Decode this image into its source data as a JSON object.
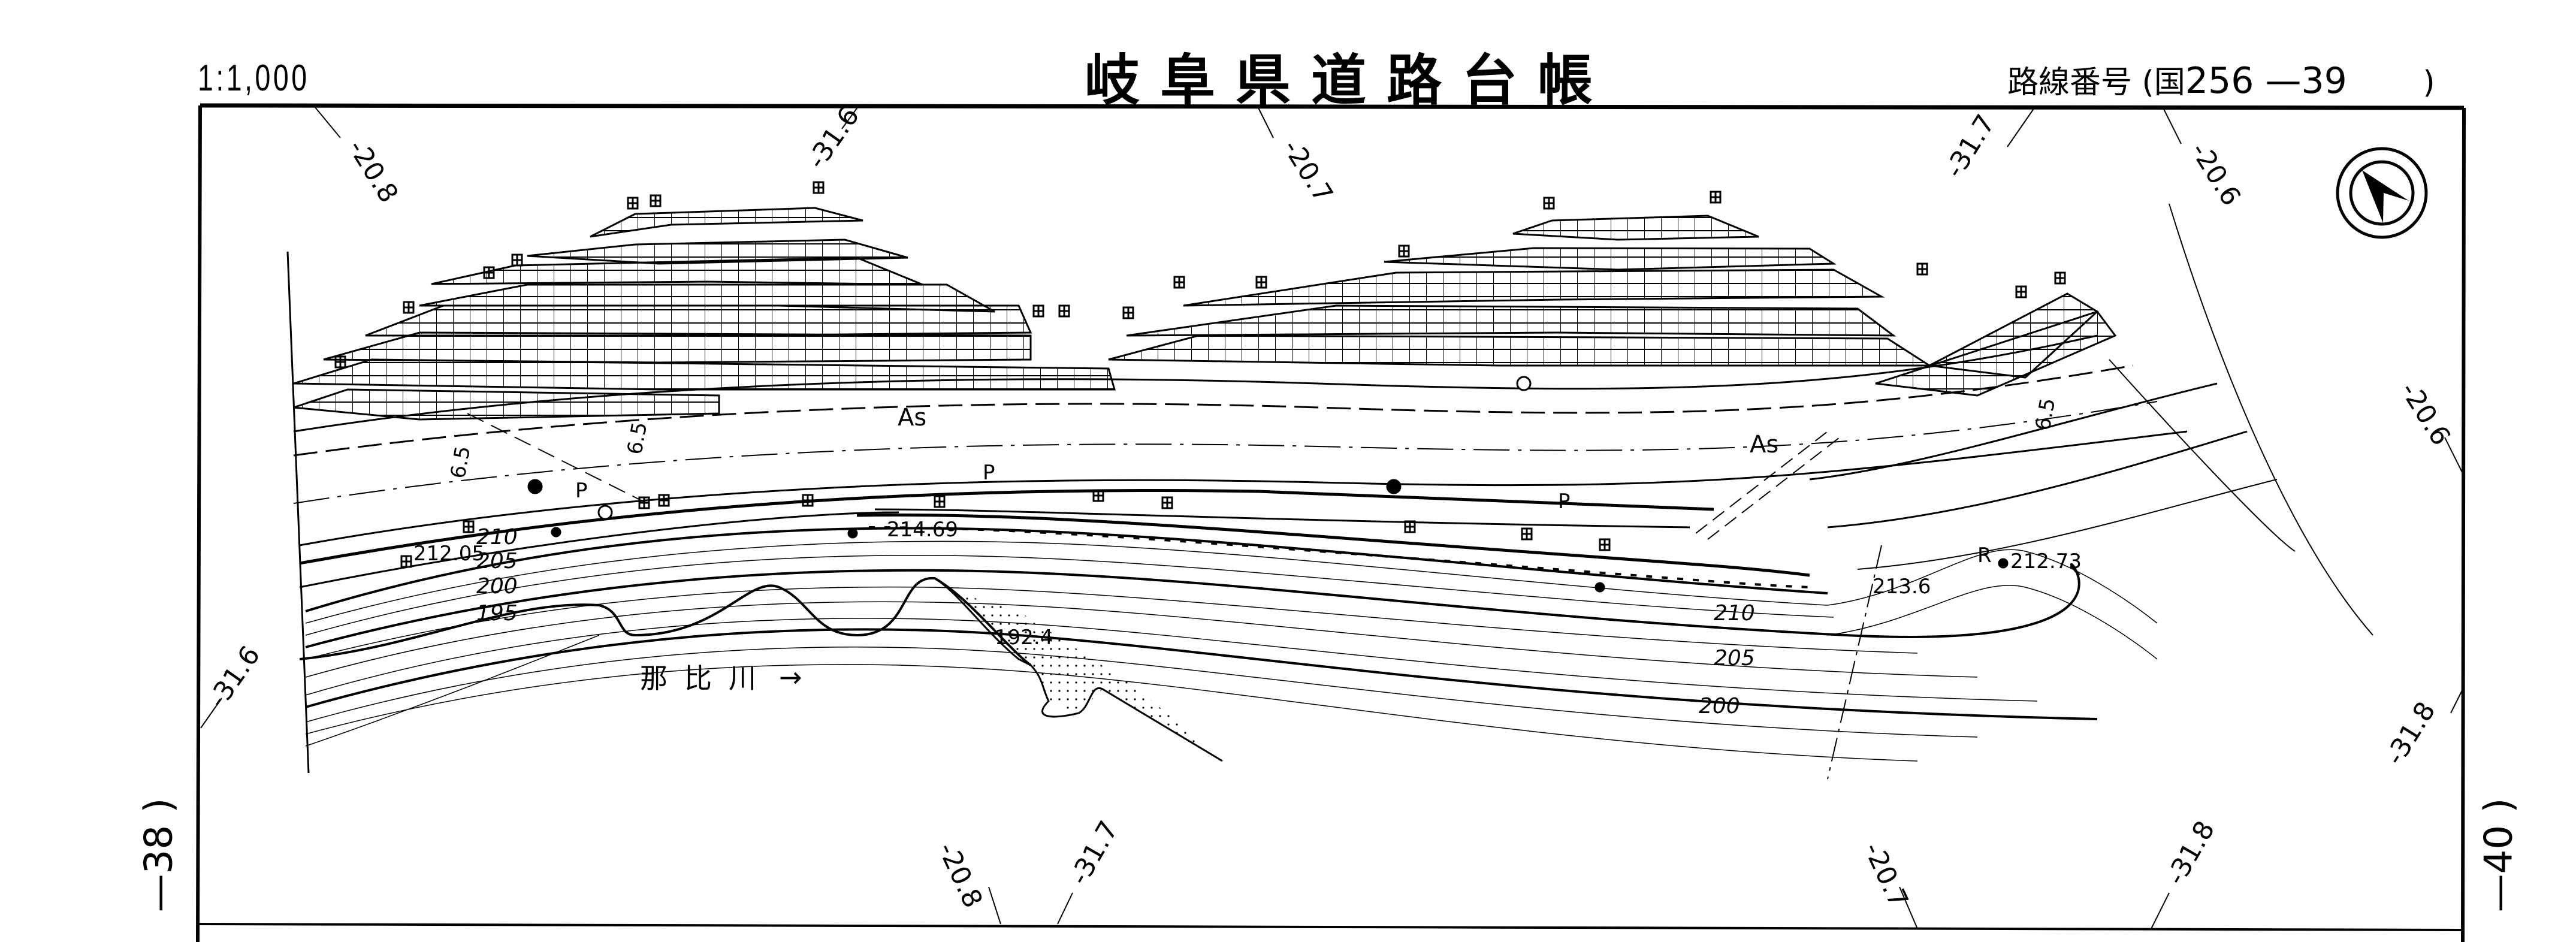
{
  "header": {
    "scale": "1:1,000",
    "title": "岐阜県道路台帳",
    "route_label": "路線番号",
    "route_open": "(国",
    "route_number": "256 —39",
    "route_close": ")"
  },
  "sheet_neighbors": {
    "left": "—38 )",
    "right": "—40 )"
  },
  "grid_labels": {
    "top": [
      "-20.8",
      "-31.6",
      "-20.7",
      "-31.7",
      "-20.6"
    ],
    "right": [
      "-20.6",
      "-31.8"
    ],
    "left": [
      "-31.6"
    ],
    "bottom": [
      "-20.8",
      "-31.7",
      "-20.7",
      "-31.8"
    ]
  },
  "map": {
    "surface_labels": [
      "As",
      "As"
    ],
    "width_labels": [
      "6.5",
      "6.5",
      "6.5"
    ],
    "pole_labels": [
      "P",
      "P",
      "P"
    ],
    "elevation_points": [
      "212.05",
      "214.69",
      "213.6",
      "212.73",
      "192.4"
    ],
    "contour_labels_left": [
      "210",
      "205",
      "200",
      "195"
    ],
    "contour_labels_right": [
      "210",
      "205",
      "200"
    ],
    "river_name": "那比川",
    "river_arrow": "→",
    "marker_r": "R",
    "north_arrow": "north-arrow-icon"
  },
  "colors": {
    "ink": "#000000",
    "paper": "#ffffff"
  }
}
